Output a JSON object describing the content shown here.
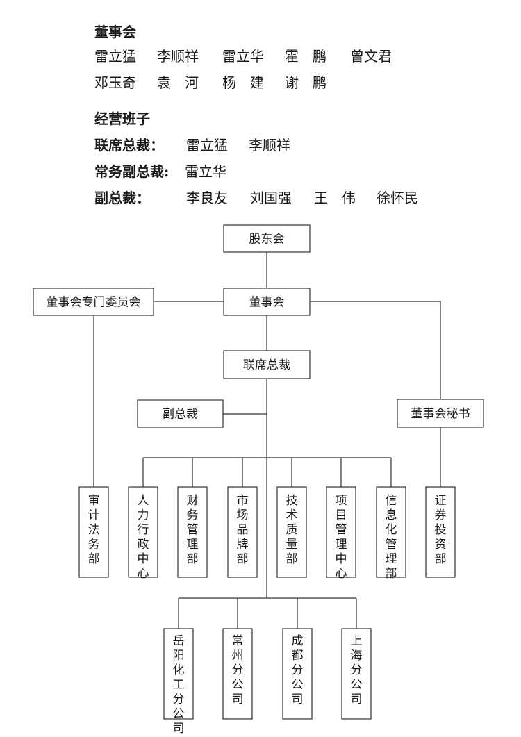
{
  "board": {
    "heading": "董事会",
    "row1": [
      "雷立猛",
      "李顺祥",
      "雷立华",
      "霍　鹏",
      "曾文君"
    ],
    "row2": [
      "邓玉奇",
      "袁　河",
      "杨　建",
      "谢　鹏"
    ]
  },
  "management": {
    "heading": "经营班子",
    "roles": [
      {
        "label": "联席总裁：",
        "names": [
          "雷立猛",
          "李顺祥"
        ]
      },
      {
        "label": "常务副总裁:",
        "names": [
          "雷立华"
        ]
      },
      {
        "label": "副总裁：",
        "names": [
          "李良友",
          "刘国强",
          "王　伟",
          "徐怀民"
        ]
      }
    ]
  },
  "org_chart": {
    "shareholders": "股东会",
    "board": "董事会",
    "committees": "董事会专门委员会",
    "co_president": "联席总裁",
    "vice_president": "副总裁",
    "board_secretary": "董事会秘书",
    "departments": [
      "审计法务部",
      "人力行政中心",
      "财务管理部",
      "市场品牌部",
      "技术质量部",
      "项目管理中心",
      "信息化管理部",
      "证券投资部"
    ],
    "branches": [
      "岳阳化工分公司",
      "常州分公司",
      "成都分公司",
      "上海分公司"
    ]
  }
}
